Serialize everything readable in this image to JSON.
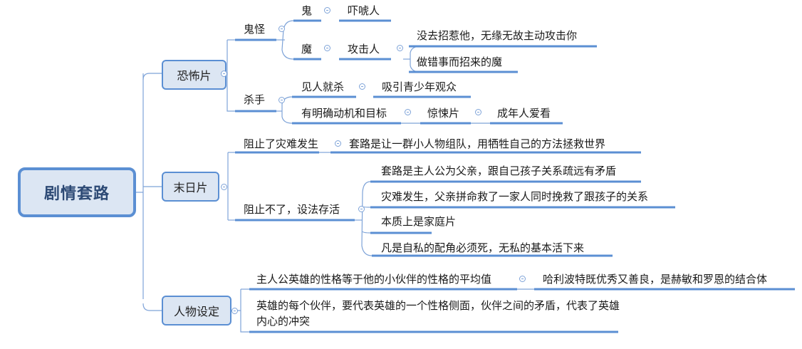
{
  "root": {
    "label": "剧情套路"
  },
  "branches": [
    {
      "label": "恐怖片",
      "children": [
        {
          "label": "鬼怪",
          "children": [
            {
              "label": "鬼",
              "children": [
                {
                  "label": "吓唬人"
                }
              ]
            },
            {
              "label": "魔",
              "children": [
                {
                  "label": "攻击人",
                  "children": [
                    {
                      "label": "没去招惹他，无缘无故主动攻击你"
                    },
                    {
                      "label": "做错事而招来的魔"
                    }
                  ]
                }
              ]
            }
          ]
        },
        {
          "label": "杀手",
          "children": [
            {
              "label": "见人就杀",
              "children": [
                {
                  "label": "吸引青少年观众"
                }
              ]
            },
            {
              "label": "有明确动机和目标",
              "children": [
                {
                  "label": "惊悚片",
                  "children": [
                    {
                      "label": "成年人爱看"
                    }
                  ]
                }
              ]
            }
          ]
        }
      ]
    },
    {
      "label": "末日片",
      "children": [
        {
          "label": "阻止了灾难发生",
          "children": [
            {
              "label": "套路是让一群小人物组队，用牺牲自己的方法拯救世界"
            }
          ]
        },
        {
          "label": "阻止不了，设法存活",
          "children": [
            {
              "label": "套路是主人公为父亲，跟自己孩子关系疏远有矛盾"
            },
            {
              "label": "灾难发生，父亲拼命救了一家人同时挽救了跟孩子的关系"
            },
            {
              "label": "本质上是家庭片"
            },
            {
              "label": "凡是自私的配角必须死，无私的基本活下来"
            }
          ]
        }
      ]
    },
    {
      "label": "人物设定",
      "children": [
        {
          "label": "主人公英雄的性格等于他的小伙伴的性格的平均值",
          "children": [
            {
              "label": "哈利波特既优秀又善良，是赫敏和罗恩的结合体"
            }
          ]
        },
        {
          "label": "英雄的每个伙伴，要代表英雄的一个性格侧面，伙伴之间的矛盾，代表了英雄内心的冲突"
        }
      ]
    }
  ],
  "colors": {
    "line": "#5b8fd3",
    "thin_line": "#7ea3d8",
    "node_fill": "#dce6f3",
    "root_text": "#2d4a75"
  }
}
